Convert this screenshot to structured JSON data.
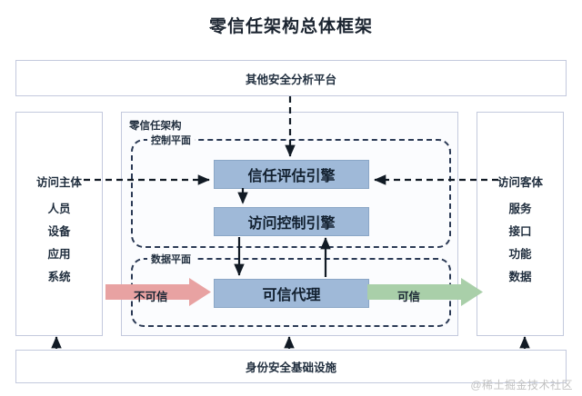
{
  "diagram": {
    "title": "零信任架构总体框架",
    "top_platform": {
      "label": "其他安全分析平台"
    },
    "bottom_infrastructure": {
      "label": "身份安全基础设施"
    },
    "subject": {
      "heading": "访问主体",
      "items": [
        "人员",
        "设备",
        "应用",
        "系统"
      ]
    },
    "object": {
      "heading": "访问客体",
      "items": [
        "服务",
        "接口",
        "功能",
        "数据"
      ]
    },
    "architecture": {
      "label": "零信任架构",
      "control_plane": {
        "label": "控制平面",
        "boxes": [
          {
            "label": "信任评估引擎"
          },
          {
            "label": "访问控制引擎"
          }
        ]
      },
      "data_plane": {
        "label": "数据平面",
        "boxes": [
          {
            "label": "可信代理"
          }
        ]
      }
    },
    "flows": {
      "untrusted": "不可信",
      "trusted": "可信"
    },
    "watermark": "@稀土掘金技术社区",
    "colors": {
      "engine_fill": "#9fb9d8",
      "engine_border": "#8aa6c6",
      "untrusted_arrow": "#e8a2a2",
      "trusted_arrow": "#a9cfa9",
      "box_border": "#c3c9dd",
      "dash_line": "#2b3a55",
      "title_text": "#1b2430"
    }
  }
}
